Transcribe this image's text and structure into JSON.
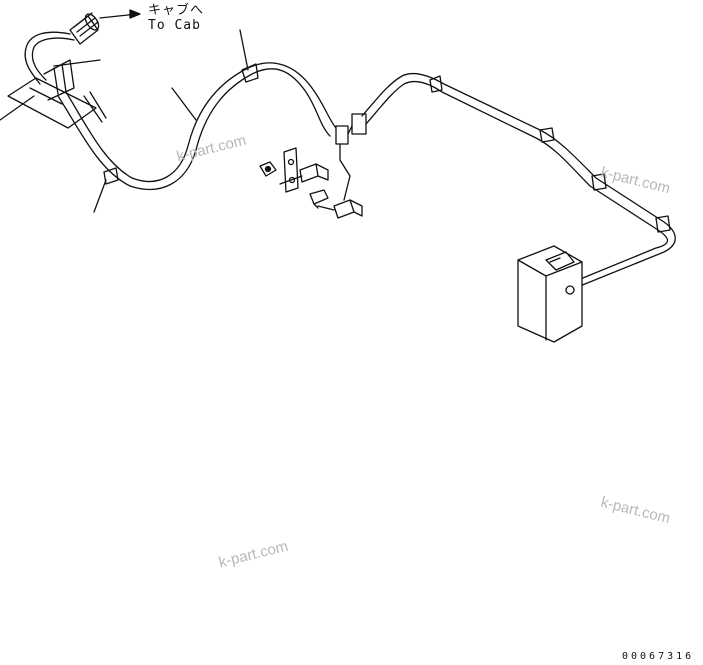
{
  "callout": {
    "line1": "キャブへ",
    "line2": "To Cab"
  },
  "watermarks": [
    "k-part.com",
    "k-part.com",
    "k-part.com",
    "k-part.com"
  ],
  "drawing_number": "00067316"
}
